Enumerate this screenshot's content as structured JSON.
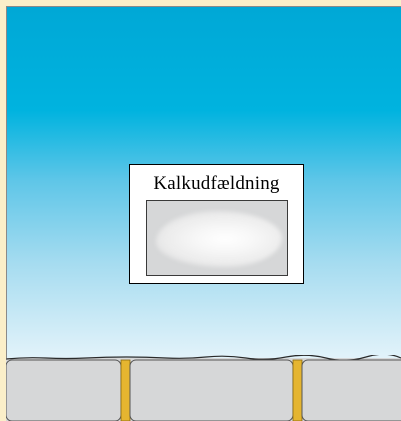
{
  "label": {
    "title": "Kalkudfældning"
  },
  "colors": {
    "frame_background": "#fbefc9",
    "sky_top": "#00a8d6",
    "sky_bottom": "#eef8fc",
    "tile": "#d6d7d8",
    "grout": "#e5b530",
    "sample_panel": "#d6d7d8",
    "deposit": "#ffffff"
  },
  "tiles": {
    "count": 3,
    "grout_joints": 2
  }
}
